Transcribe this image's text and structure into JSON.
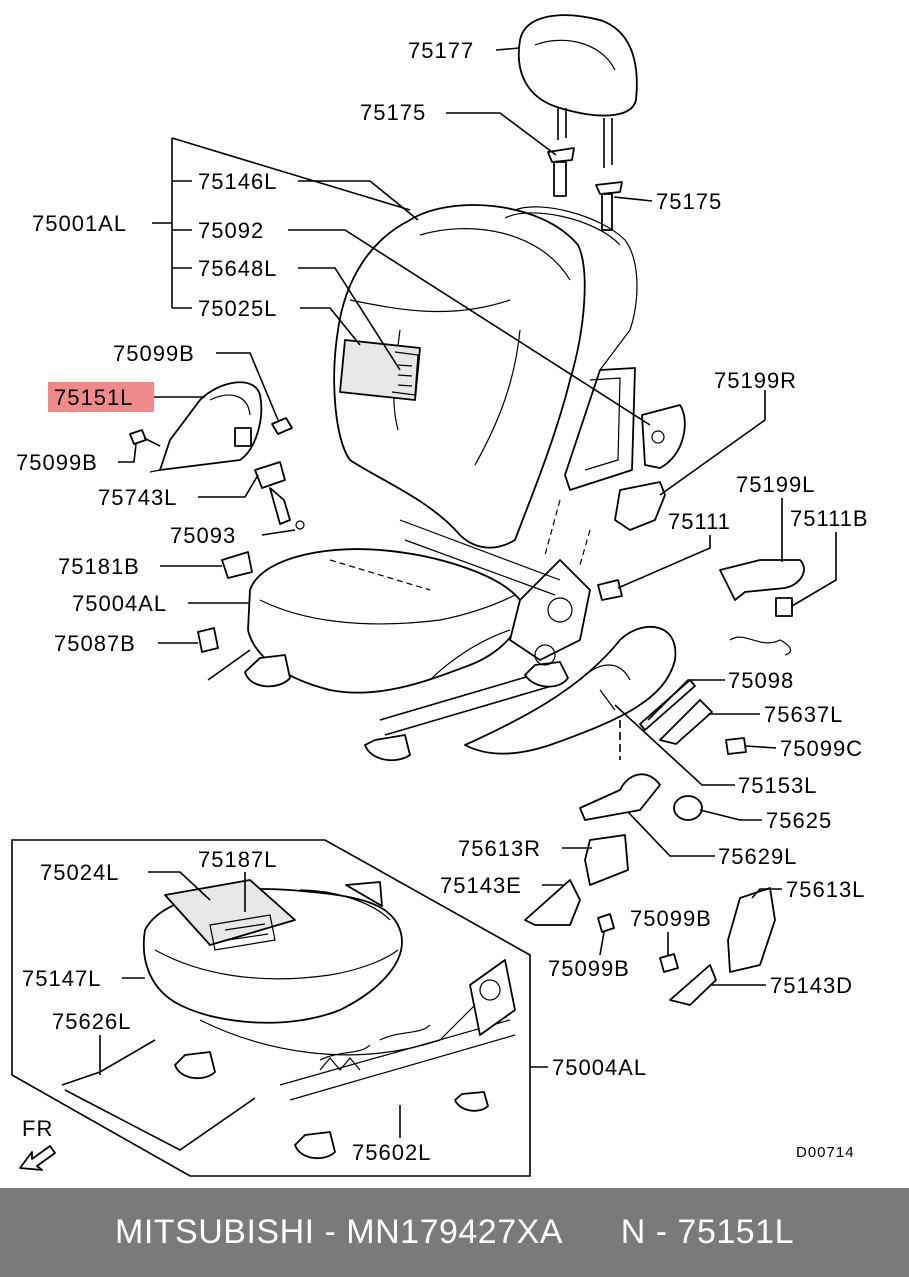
{
  "labels": {
    "l75177": "75177",
    "l75175a": "75175",
    "l75175b": "75175",
    "l75146L": "75146L",
    "l75001AL": "75001AL",
    "l75092": "75092",
    "l75648L": "75648L",
    "l75025L": "75025L",
    "l75099Ba": "75099B",
    "l75151L": "75151L",
    "l75099Bb": "75099B",
    "l75743L": "75743L",
    "l75093": "75093",
    "l75181B": "75181B",
    "l75004ALa": "75004AL",
    "l75087B": "75087B",
    "l75199R": "75199R",
    "l75199L": "75199L",
    "l75111": "75111",
    "l75111B": "75111B",
    "l75098": "75098",
    "l75637L": "75637L",
    "l75099C": "75099C",
    "l75153L": "75153L",
    "l75625": "75625",
    "l75613R": "75613R",
    "l75629L": "75629L",
    "l75143E": "75143E",
    "l75613L": "75613L",
    "l75099Bc": "75099B",
    "l75099Bd": "75099B",
    "l75143D": "75143D",
    "l75024L": "75024L",
    "l75187L": "75187L",
    "l75147L": "75147L",
    "l75626L": "75626L",
    "l75004ALb": "75004AL",
    "l75602L": "75602L",
    "fr": "FR",
    "code": "D00714"
  },
  "highlight_color": "#f08a8a",
  "footer": {
    "text": "MITSUBISHI - MN179427XA      N - 75151L"
  }
}
